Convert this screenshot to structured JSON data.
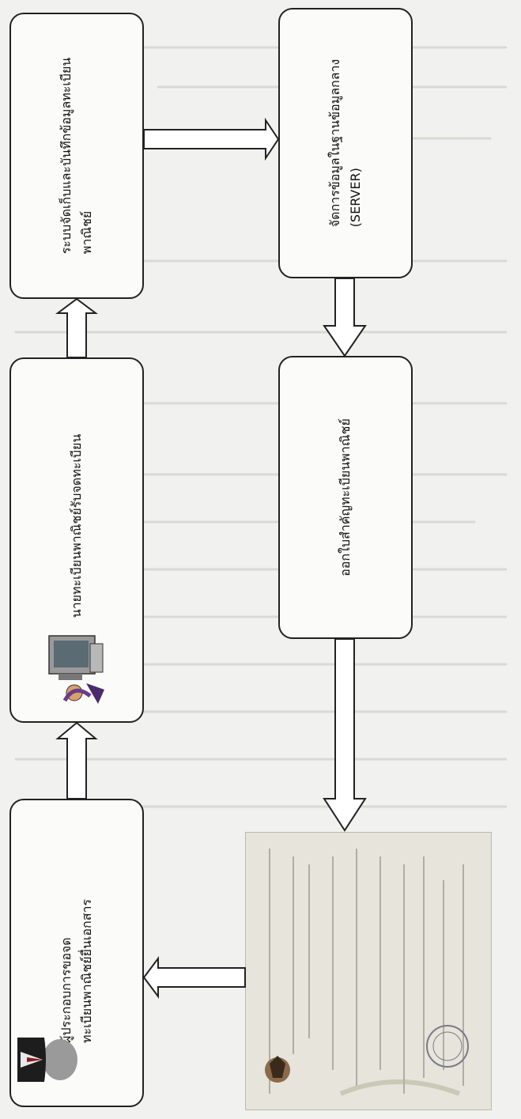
{
  "boxes": {
    "storage_system": {
      "line1": "ระบบจัดเก็บและบันทึกข้อมูลทะเบียน",
      "line2": "พาณิชย์"
    },
    "central_server": {
      "line1": "จัดการข้อมูลในฐานข้อมูลกลาง",
      "line2": "(SERVER)"
    },
    "registrar": {
      "line1": "นายทะเบียนพาณิชย์รับจดทะเบียน"
    },
    "issue_certificate": {
      "line1": "ออกใบสำคัญทะเบียนพาณิชย์"
    },
    "applicant": {
      "line1": "ผู้ประกอบการขอจด",
      "line2": "ทะเบียนพาณิชย์ยื่นเอกสาร"
    }
  },
  "icons": {
    "registrar_icon": "computer-user-icon",
    "applicant_icon": "person-silhouette-icon",
    "certificate_image": "commercial-registration-certificate"
  },
  "colors": {
    "box_border": "#222222",
    "box_fill": "#fbfbfa",
    "arrow_fill": "#ffffff",
    "background": "#f1f1ef"
  }
}
